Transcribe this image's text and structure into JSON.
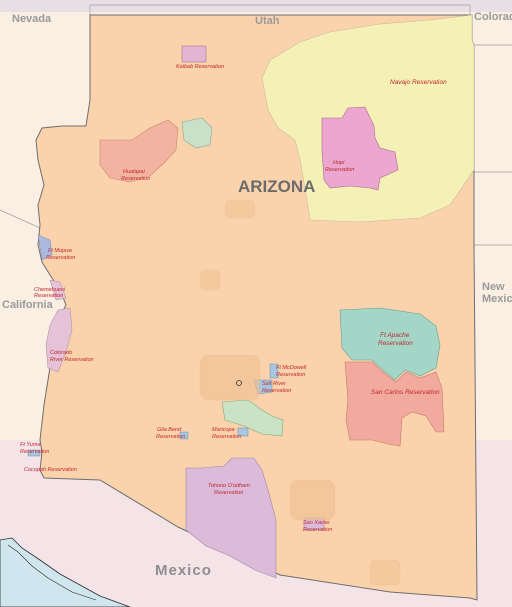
{
  "title": "ARIZONA",
  "neighbors": {
    "nevada": "Nevada",
    "utah": "Utah",
    "colorado": "Colorado",
    "california": "California",
    "new_mexico_line1": "New",
    "new_mexico_line2": "Mexico",
    "mexico": "Mexico"
  },
  "reservations": {
    "kaibab": "Kaibab Reservation",
    "navajo": "Navajo Reservation",
    "hopi_1": "Hopi",
    "hopi_2": "Reservation",
    "hualapai_1": "Hualapai",
    "hualapai_2": "Reservation",
    "fort_mojave_1": "Ft Mojave",
    "fort_mojave_2": "Reservation",
    "chemehuevi_1": "Chemehuevi",
    "chemehuevi_2": "Reservation",
    "colorado_river_1": "Colorado",
    "colorado_river_2": "River Reservation",
    "fort_apache_1": "Ft Apache",
    "fort_apache_2": "Reservation",
    "san_carlos": "San Carlos Reservation",
    "fort_mcdowell_1": "Ft McDowell",
    "fort_mcdowell_2": "Reservation",
    "salt_river_1": "Salt River",
    "salt_river_2": "Reservation",
    "gila_bend_1": "Gila Bend",
    "gila_bend_2": "Reservation",
    "maricopa_1": "Maricopa",
    "maricopa_2": "Reservation",
    "tohono_1": "Tohono O'odham",
    "tohono_2": "Reservation",
    "fort_yuma_1": "Ft Yuma",
    "fort_yuma_2": "Reservation",
    "cocopah": "Cocopah Reservation",
    "san_xavier_1": "San Xavier",
    "san_xavier_2": "Reservation"
  },
  "colors": {
    "background": "#fbeee2",
    "state_fill": "#fad3ad",
    "navajo_fill": "#f5f0b5",
    "hopi_fill": "#eba7cf",
    "apache_fill": "#a3d6c7",
    "san_carlos_fill": "#f3aa9e",
    "tohono_fill": "#dcbad9",
    "water": "#cfe6ef",
    "label_red": "#c0282e",
    "border": "#6e6e6e"
  }
}
